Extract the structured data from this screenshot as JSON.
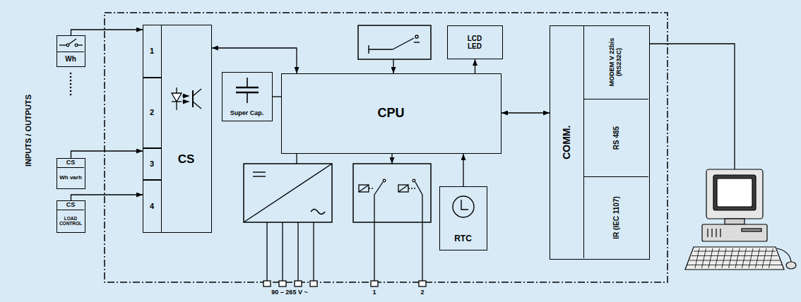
{
  "diagram": {
    "nodes": [
      {
        "text": [
          "Wh"
        ]
      },
      {
        "text": [
          "CS",
          "Wh varh"
        ]
      },
      {
        "text": [
          "CS",
          "LOAD CONTROL"
        ]
      },
      {
        "text": [
          "1"
        ]
      },
      {
        "text": [
          "2"
        ]
      },
      {
        "text": [
          "3"
        ]
      },
      {
        "text": [
          "4"
        ]
      },
      {
        "text": [
          "CS"
        ]
      },
      {
        "text": [
          "Super Cap."
        ]
      },
      {
        "text": [
          "CPU"
        ]
      },
      {
        "text": [
          "LCD LED"
        ]
      },
      {
        "text": [
          "RTC"
        ]
      },
      {
        "text": [
          "COMM."
        ]
      },
      {
        "text": [
          "MODEM V 22bis (RS232C)"
        ],
        "in": 12
      },
      {
        "text": [
          "RS 485"
        ],
        "in": 12
      },
      {
        "text": [
          "IR (IEC 1107)"
        ],
        "in": 12
      }
    ],
    "edges": [
      {
        "from": 0,
        "to": 3,
        "arrow": "to"
      },
      {
        "from": 1,
        "to": 5,
        "arrow": "to"
      },
      {
        "from": 2,
        "to": 6,
        "arrow": "to"
      },
      {
        "from": 7,
        "to": 9,
        "arrow": "both"
      },
      {
        "from": 8,
        "to": 9,
        "arrow": "none"
      },
      {
        "from": 9,
        "to": 10,
        "arrow": "to"
      },
      {
        "from": 9,
        "to": 12,
        "arrow": "both"
      },
      {
        "from": 11,
        "to": 9,
        "arrow": "to"
      }
    ],
    "labels": [
      "INPUTS / OUTPUTS",
      "90 – 265 V ~",
      "1",
      "2"
    ]
  }
}
